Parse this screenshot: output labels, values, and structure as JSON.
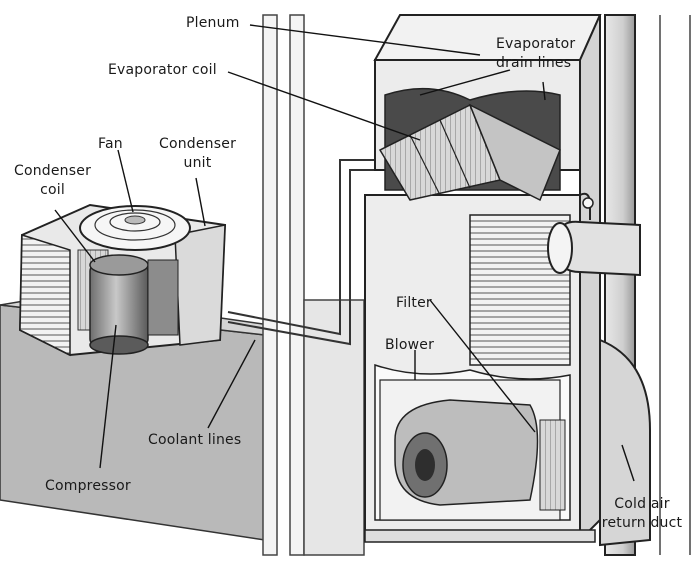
{
  "diagram": {
    "title": "Central air conditioning system",
    "labels": {
      "plenum": "Plenum",
      "evaporator_coil": "Evaporator coil",
      "evaporator_drain_lines_1": "Evaporator",
      "evaporator_drain_lines_2": "drain lines",
      "fan": "Fan",
      "condenser_unit_1": "Condenser",
      "condenser_unit_2": "unit",
      "condenser_coil_1": "Condenser",
      "condenser_coil_2": "coil",
      "filter": "Filter",
      "blower": "Blower",
      "coolant_lines": "Coolant lines",
      "compressor": "Compressor",
      "cold_air_return_duct_1": "Cold air",
      "cold_air_return_duct_2": "return duct"
    },
    "colors": {
      "ink": "#1a1a1a",
      "light_fill": "#eeeeee",
      "mid_fill": "#cfcfcf",
      "dark_fill": "#8a8a8a",
      "background": "#ffffff"
    }
  }
}
